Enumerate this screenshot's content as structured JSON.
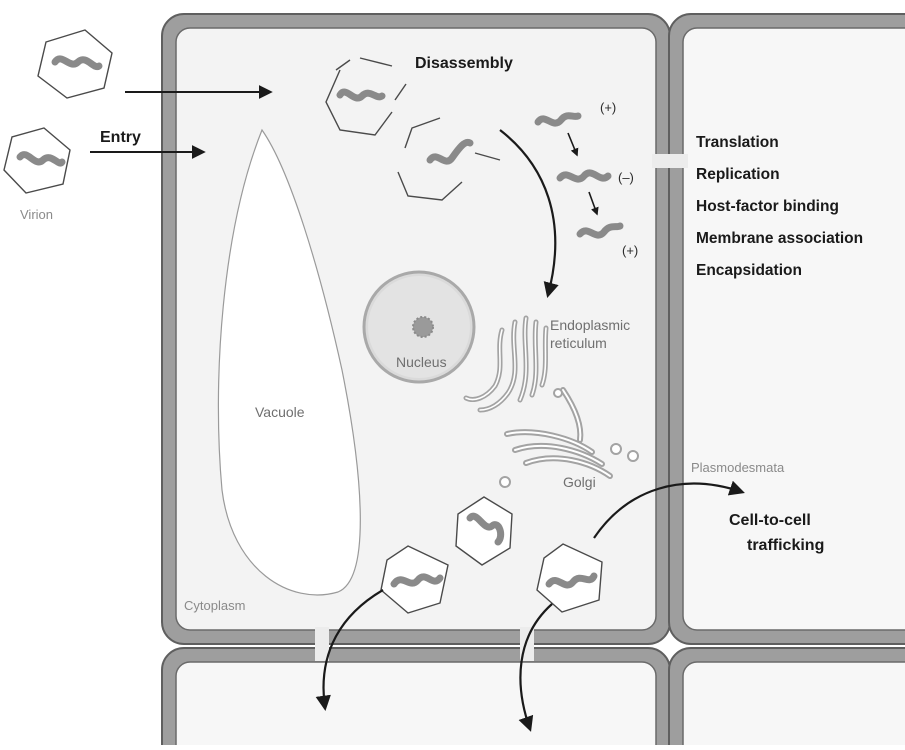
{
  "labels": {
    "virion": "Virion",
    "entry": "Entry",
    "disassembly": "Disassembly",
    "plus_top": "(+)",
    "minus": "(–)",
    "plus_bottom": "(+)",
    "nucleus": "Nucleus",
    "er_line1": "Endoplasmic",
    "er_line2": "reticulum",
    "golgi": "Golgi",
    "vacuole": "Vacuole",
    "cytoplasm": "Cytoplasm",
    "plasmodesmata": "Plasmodesmata",
    "trafficking_line1": "Cell-to-cell",
    "trafficking_line2": "trafficking"
  },
  "steps": [
    "Translation",
    "Replication",
    "Host-factor binding",
    "Membrane association",
    "Encapsidation"
  ],
  "colors": {
    "cell_wall": "#9a9a9a",
    "cell_wall_edge": "#5f5f5f",
    "cytoplasm": "#f3f3f3",
    "rna": "#8a8a8a",
    "arrow": "#1a1a1a"
  }
}
